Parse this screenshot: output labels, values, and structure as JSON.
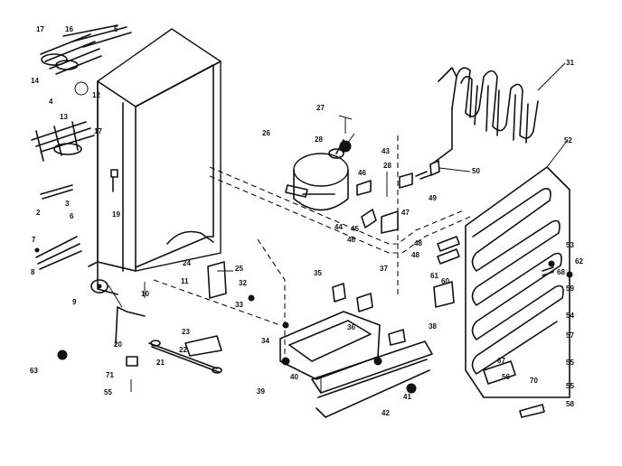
{
  "labels": [
    "17",
    "16",
    "5",
    "14",
    "4",
    "12",
    "13",
    "17",
    "19",
    "2",
    "3",
    "6",
    "7",
    "8",
    "9",
    "10",
    "11",
    "20",
    "21",
    "22",
    "23",
    "24",
    "25",
    "71",
    "55",
    "63",
    "26",
    "27",
    "28",
    "46",
    "43",
    "28",
    "44",
    "45",
    "46",
    "47",
    "48",
    "48",
    "49",
    "50",
    "31",
    "32",
    "33",
    "34",
    "35",
    "36",
    "37",
    "38",
    "39",
    "40",
    "41",
    "42",
    "52",
    "53",
    "54",
    "55",
    "56",
    "57",
    "58",
    "59",
    "60",
    "61",
    "62",
    "67",
    "70",
    "55",
    "68"
  ]
}
